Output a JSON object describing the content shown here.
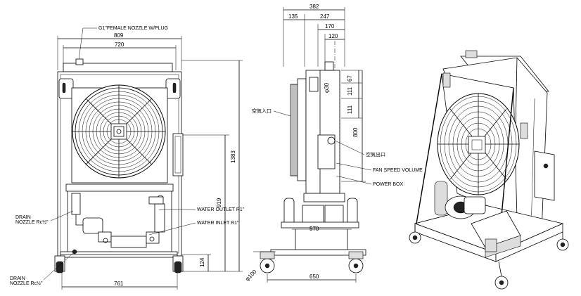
{
  "front_view": {
    "dims": {
      "overall_width": "809",
      "inner_width": "720",
      "base_width": "761",
      "total_height": "1383",
      "outlet_height": "919",
      "base_height": "124"
    },
    "labels": {
      "nozzle": "G1\"FEMALE NOZZLE W/PLUG",
      "drain_upper_1": "DRAIN",
      "drain_upper_2": "NOZZLE Rc½\"",
      "drain_lower_1": "DRAIN",
      "drain_lower_2": "NOZZLE Rc½\"",
      "water_outlet": "WATER OUTLET R1\"",
      "water_inlet": "WATER INLET R1\""
    }
  },
  "side_view": {
    "dims": {
      "total_depth": "382",
      "front_depth": "135",
      "rear_depth": "247",
      "d170": "170",
      "d120": "120",
      "h67": "67",
      "h111a": "111",
      "h111b": "111",
      "h800": "800",
      "base_depth": "570",
      "wheel_span": "650",
      "wheel_dia": "φ100",
      "hole": "φ30"
    },
    "labels": {
      "air_in": "空気入口",
      "air_out": "空気出口",
      "fan_speed": "FAN SPEED VOLUME",
      "power_box": "POWER BOX"
    }
  }
}
